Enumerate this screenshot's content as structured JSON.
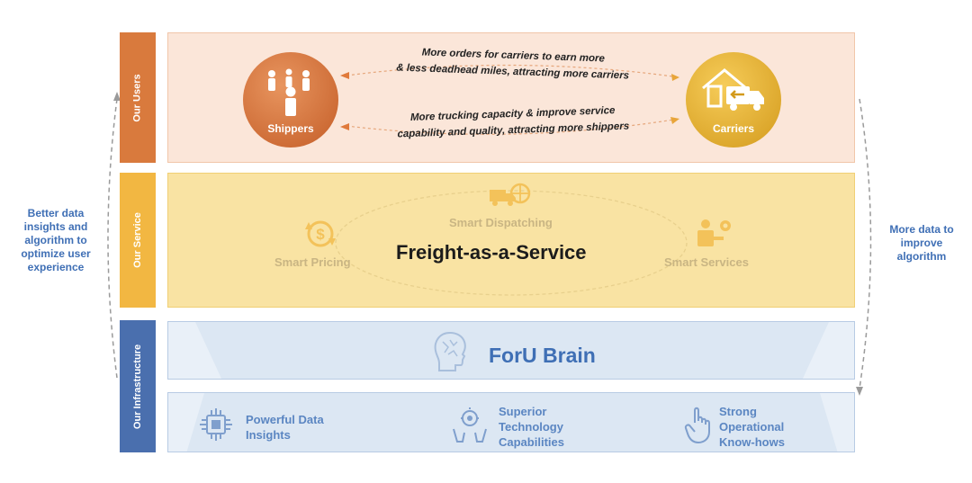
{
  "tabs": {
    "users": "Our Users",
    "service": "Our Service",
    "infrastructure": "Our Infrastructure"
  },
  "users": {
    "shippers_label": "Shippers",
    "carriers_label": "Carriers",
    "top_line1": "More orders for carriers to earn more",
    "top_line2": "& less deadhead miles, attracting more carriers",
    "bottom_line1": "More trucking capacity & improve service",
    "bottom_line2": "capability and quality, attracting more shippers"
  },
  "service": {
    "title": "Freight-as-a-Service",
    "dispatching": "Smart Dispatching",
    "pricing": "Smart Pricing",
    "services": "Smart Services"
  },
  "infrastructure": {
    "brain_title": "ForU Brain",
    "capabilities": [
      {
        "lines": [
          "Powerful Data",
          "Insights"
        ],
        "icon": "chip-icon"
      },
      {
        "lines": [
          "Superior",
          "Technology",
          "Capabilities"
        ],
        "icon": "tech-hands-icon"
      },
      {
        "lines": [
          "Strong",
          "Operational",
          "Know-hows"
        ],
        "icon": "hand-icon"
      }
    ]
  },
  "side": {
    "left": [
      "Better data",
      "insights and",
      "algorithm to",
      "optimize user",
      "experience"
    ],
    "right": [
      "More data to",
      "improve",
      "algorithm"
    ]
  },
  "colors": {
    "users": "#d97a3d",
    "service": "#f2b742",
    "infrastructure": "#4a6fae",
    "accent_text": "#3f6fb5"
  }
}
